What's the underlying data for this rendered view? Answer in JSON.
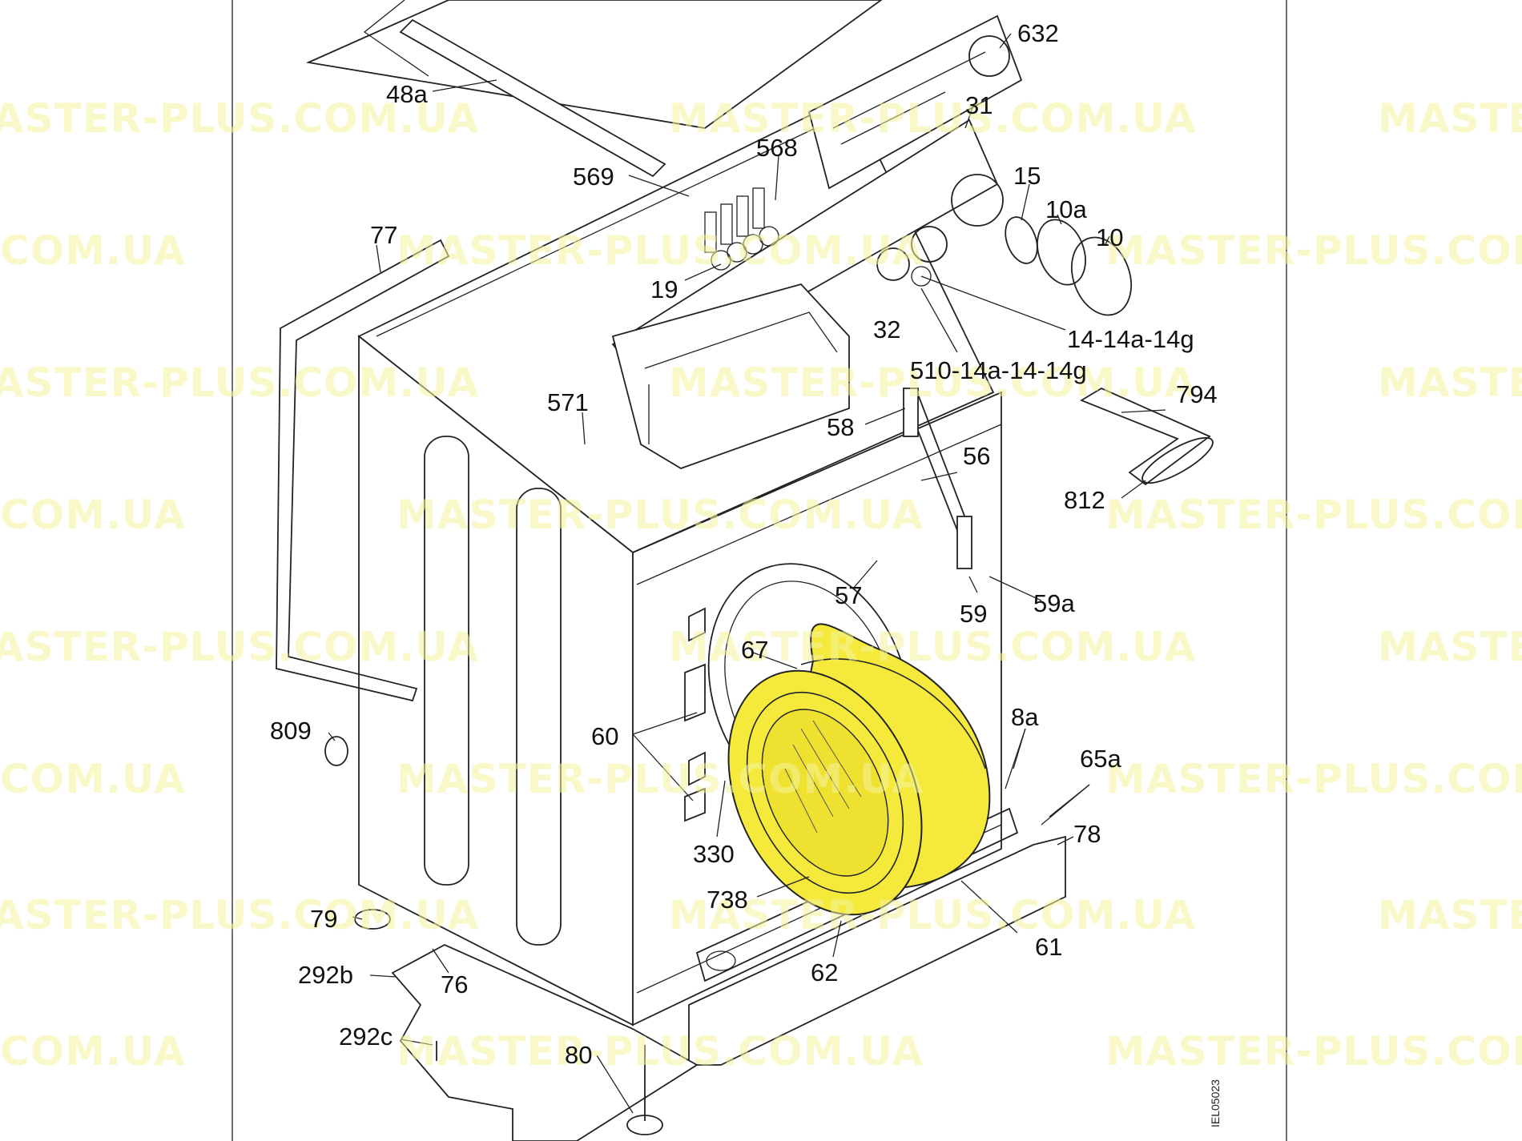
{
  "diagram": {
    "drawing_code": "IEL05023",
    "highlight_color": "#f5ea3c",
    "line_color": "#222222",
    "watermark": {
      "text": "MASTER-PLUS.COM.UA",
      "fragment_text": ".COM.UA",
      "color": "#f2f29a"
    },
    "labels": [
      {
        "id": "632",
        "text": "632"
      },
      {
        "id": "48a",
        "text": "48a"
      },
      {
        "id": "31",
        "text": "31"
      },
      {
        "id": "568",
        "text": "568"
      },
      {
        "id": "569",
        "text": "569"
      },
      {
        "id": "15",
        "text": "15"
      },
      {
        "id": "10a",
        "text": "10a"
      },
      {
        "id": "10",
        "text": "10"
      },
      {
        "id": "77",
        "text": "77"
      },
      {
        "id": "19",
        "text": "19"
      },
      {
        "id": "32",
        "text": "32"
      },
      {
        "id": "14-14a-14g",
        "text": "14-14a-14g"
      },
      {
        "id": "510-14a-14-14g",
        "text": "510-14a-14-14g"
      },
      {
        "id": "571",
        "text": "571"
      },
      {
        "id": "794",
        "text": "794"
      },
      {
        "id": "58",
        "text": "58"
      },
      {
        "id": "56",
        "text": "56"
      },
      {
        "id": "812",
        "text": "812"
      },
      {
        "id": "57",
        "text": "57"
      },
      {
        "id": "59",
        "text": "59"
      },
      {
        "id": "59a",
        "text": "59a"
      },
      {
        "id": "67",
        "text": "67"
      },
      {
        "id": "8a",
        "text": "8a"
      },
      {
        "id": "809",
        "text": "809"
      },
      {
        "id": "60",
        "text": "60"
      },
      {
        "id": "65a",
        "text": "65a"
      },
      {
        "id": "78",
        "text": "78"
      },
      {
        "id": "330",
        "text": "330"
      },
      {
        "id": "738",
        "text": "738"
      },
      {
        "id": "79",
        "text": "79"
      },
      {
        "id": "61",
        "text": "61"
      },
      {
        "id": "292b",
        "text": "292b"
      },
      {
        "id": "76",
        "text": "76"
      },
      {
        "id": "62",
        "text": "62"
      },
      {
        "id": "292c",
        "text": "292c"
      },
      {
        "id": "80",
        "text": "80"
      }
    ]
  }
}
